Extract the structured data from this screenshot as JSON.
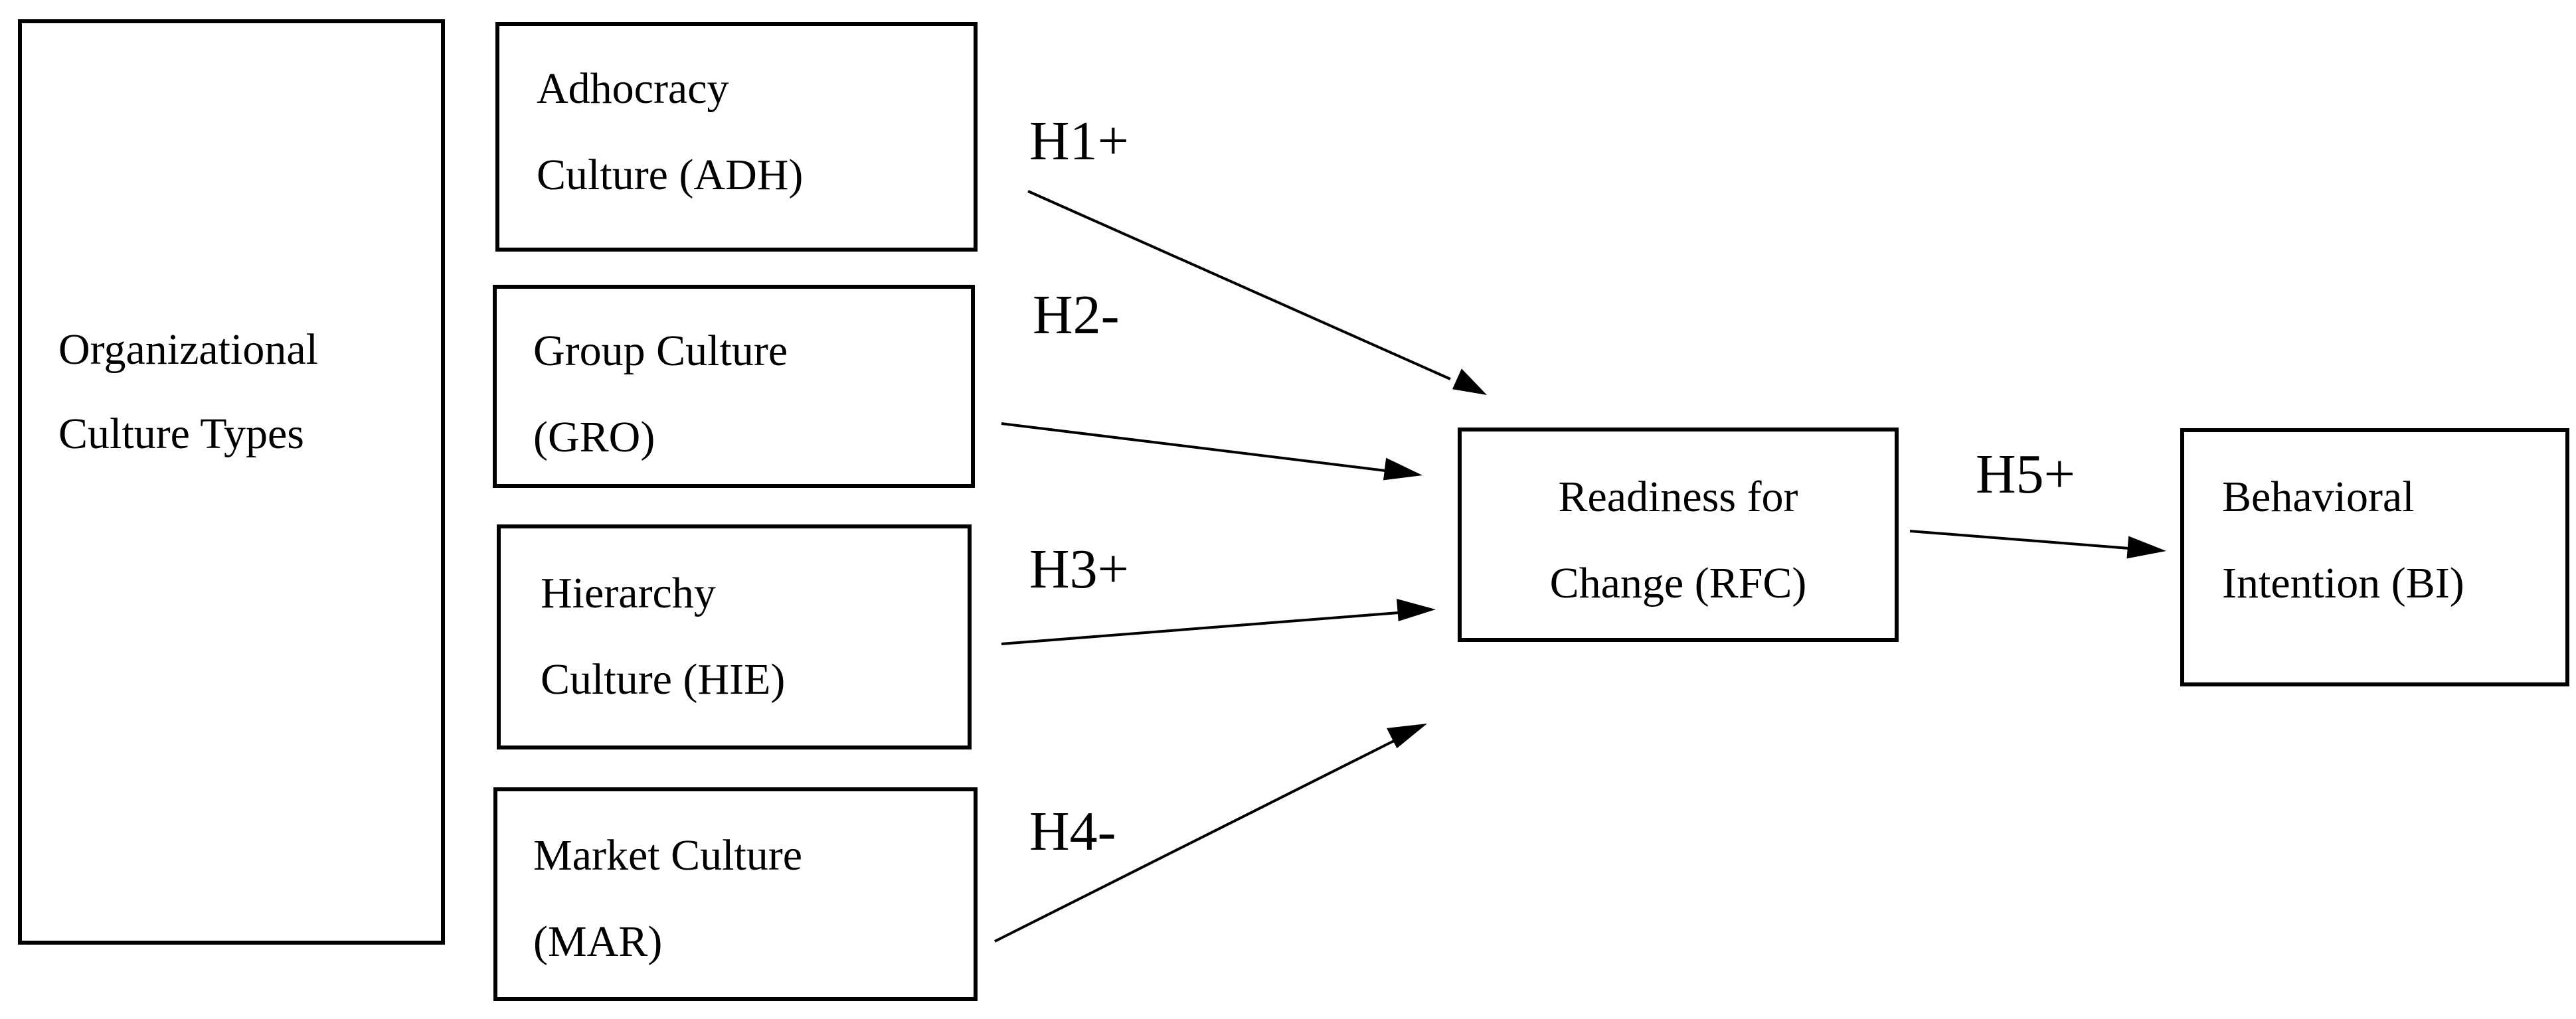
{
  "boxes": {
    "org_types": {
      "line1": "Organizational",
      "line2": "Culture Types"
    },
    "adh": {
      "line1": "Adhocracy",
      "line2": "Culture (ADH)"
    },
    "gro": {
      "line1": "Group Culture",
      "line2": "(GRO)"
    },
    "hie": {
      "line1": "Hierarchy",
      "line2": "Culture (HIE)"
    },
    "mar": {
      "line1": "Market Culture",
      "line2": "(MAR)"
    },
    "rfc": {
      "line1": "Readiness for",
      "line2": "Change (RFC)"
    },
    "bi": {
      "line1": "Behavioral",
      "line2": "Intention (BI)"
    }
  },
  "hypotheses": {
    "h1": "H1+",
    "h2": "H2-",
    "h3": "H3+",
    "h4": "H4-",
    "h5": "H5+"
  }
}
